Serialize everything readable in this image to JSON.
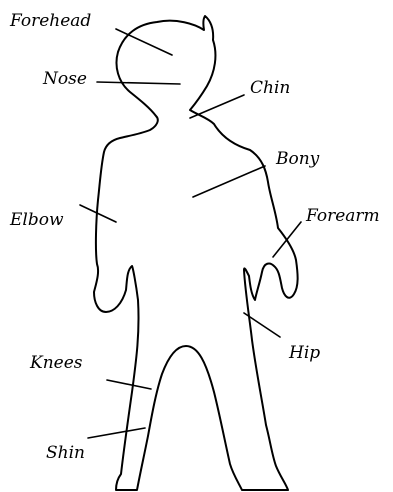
{
  "colors": {
    "background": "#ffffff",
    "ink": "#000000"
  },
  "labels": {
    "forehead": "Forehead",
    "nose": "Nose",
    "chin": "Chin",
    "bony": "Bony",
    "elbow": "Elbow",
    "forearm": "Forearm",
    "hip": "Hip",
    "knees": "Knees",
    "shin": "Shin"
  }
}
